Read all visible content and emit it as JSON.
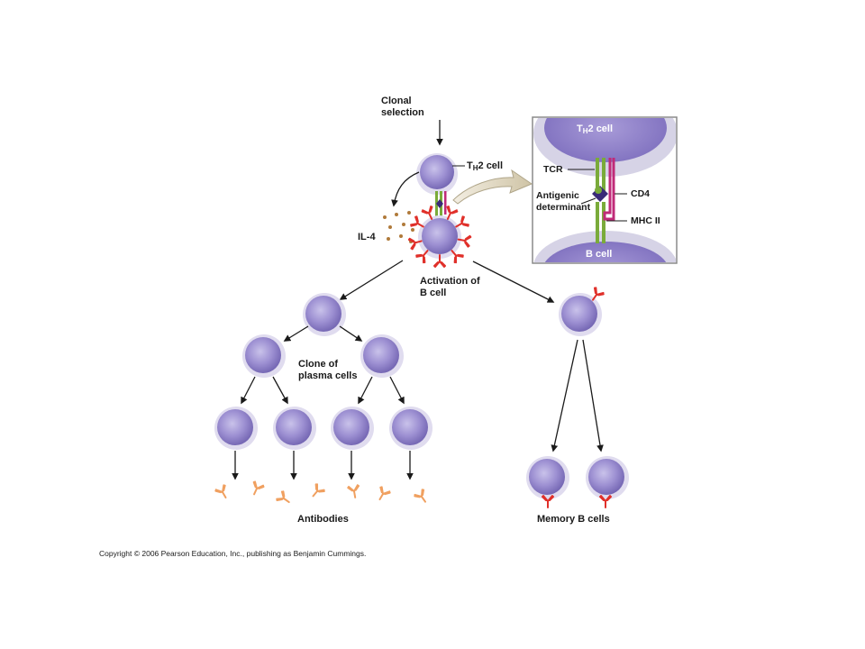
{
  "labels": {
    "clonal_selection_line1": "Clonal",
    "clonal_selection_line2": "selection",
    "th2_cell_T": "T",
    "th2_cell_sub": "H",
    "th2_cell_rest": "2 cell",
    "il4": "IL-4",
    "activation_line1": "Activation of",
    "activation_line2": "B cell",
    "clone_line1": "Clone of",
    "clone_line2": "plasma cells",
    "antibodies": "Antibodies",
    "memory_b_cells": "Memory B cells"
  },
  "inset": {
    "top_cell_T": "T",
    "top_cell_sub": "H",
    "top_cell_rest": "2 cell",
    "tcr": "TCR",
    "antigenic_line1": "Antigenic",
    "antigenic_line2": "determinant",
    "cd4": "CD4",
    "mhc2": "MHC II",
    "bottom_cell": "B cell"
  },
  "copyright": "Copyright © 2006 Pearson Education, Inc., publishing as Benjamin Cummings.",
  "colors": {
    "cell_fill": "#9b8fd0",
    "cell_rim": "#d8d4ec",
    "antibody_red": "#e0302a",
    "antibody_orange": "#f0a060",
    "tcr_green": "#7aab3a",
    "cd4_magenta": "#c02a78",
    "antigen_purple": "#3a2a78",
    "il4_dots": "#b07a3a"
  }
}
